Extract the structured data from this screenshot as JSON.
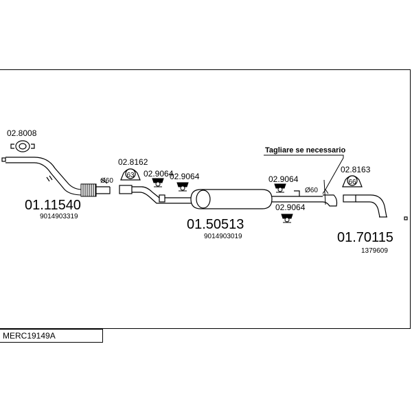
{
  "diagram_code": "MERC19149A",
  "sections": [
    {
      "part": "01.11540",
      "oem": "9014903319"
    },
    {
      "part": "01.50513",
      "oem": "9014903019"
    },
    {
      "part": "01.70115",
      "oem": "1379609"
    }
  ],
  "clamps": [
    {
      "part": "02.8008"
    },
    {
      "part": "02.8162",
      "size": "63"
    },
    {
      "part": "02.8163",
      "size": "66"
    }
  ],
  "rubber_mounts": [
    "02.9064",
    "02.9064",
    "02.9064",
    "02.9064"
  ],
  "diameters": [
    "Ø60",
    "Ø60"
  ],
  "cut_note": "Tagliare se necessario"
}
